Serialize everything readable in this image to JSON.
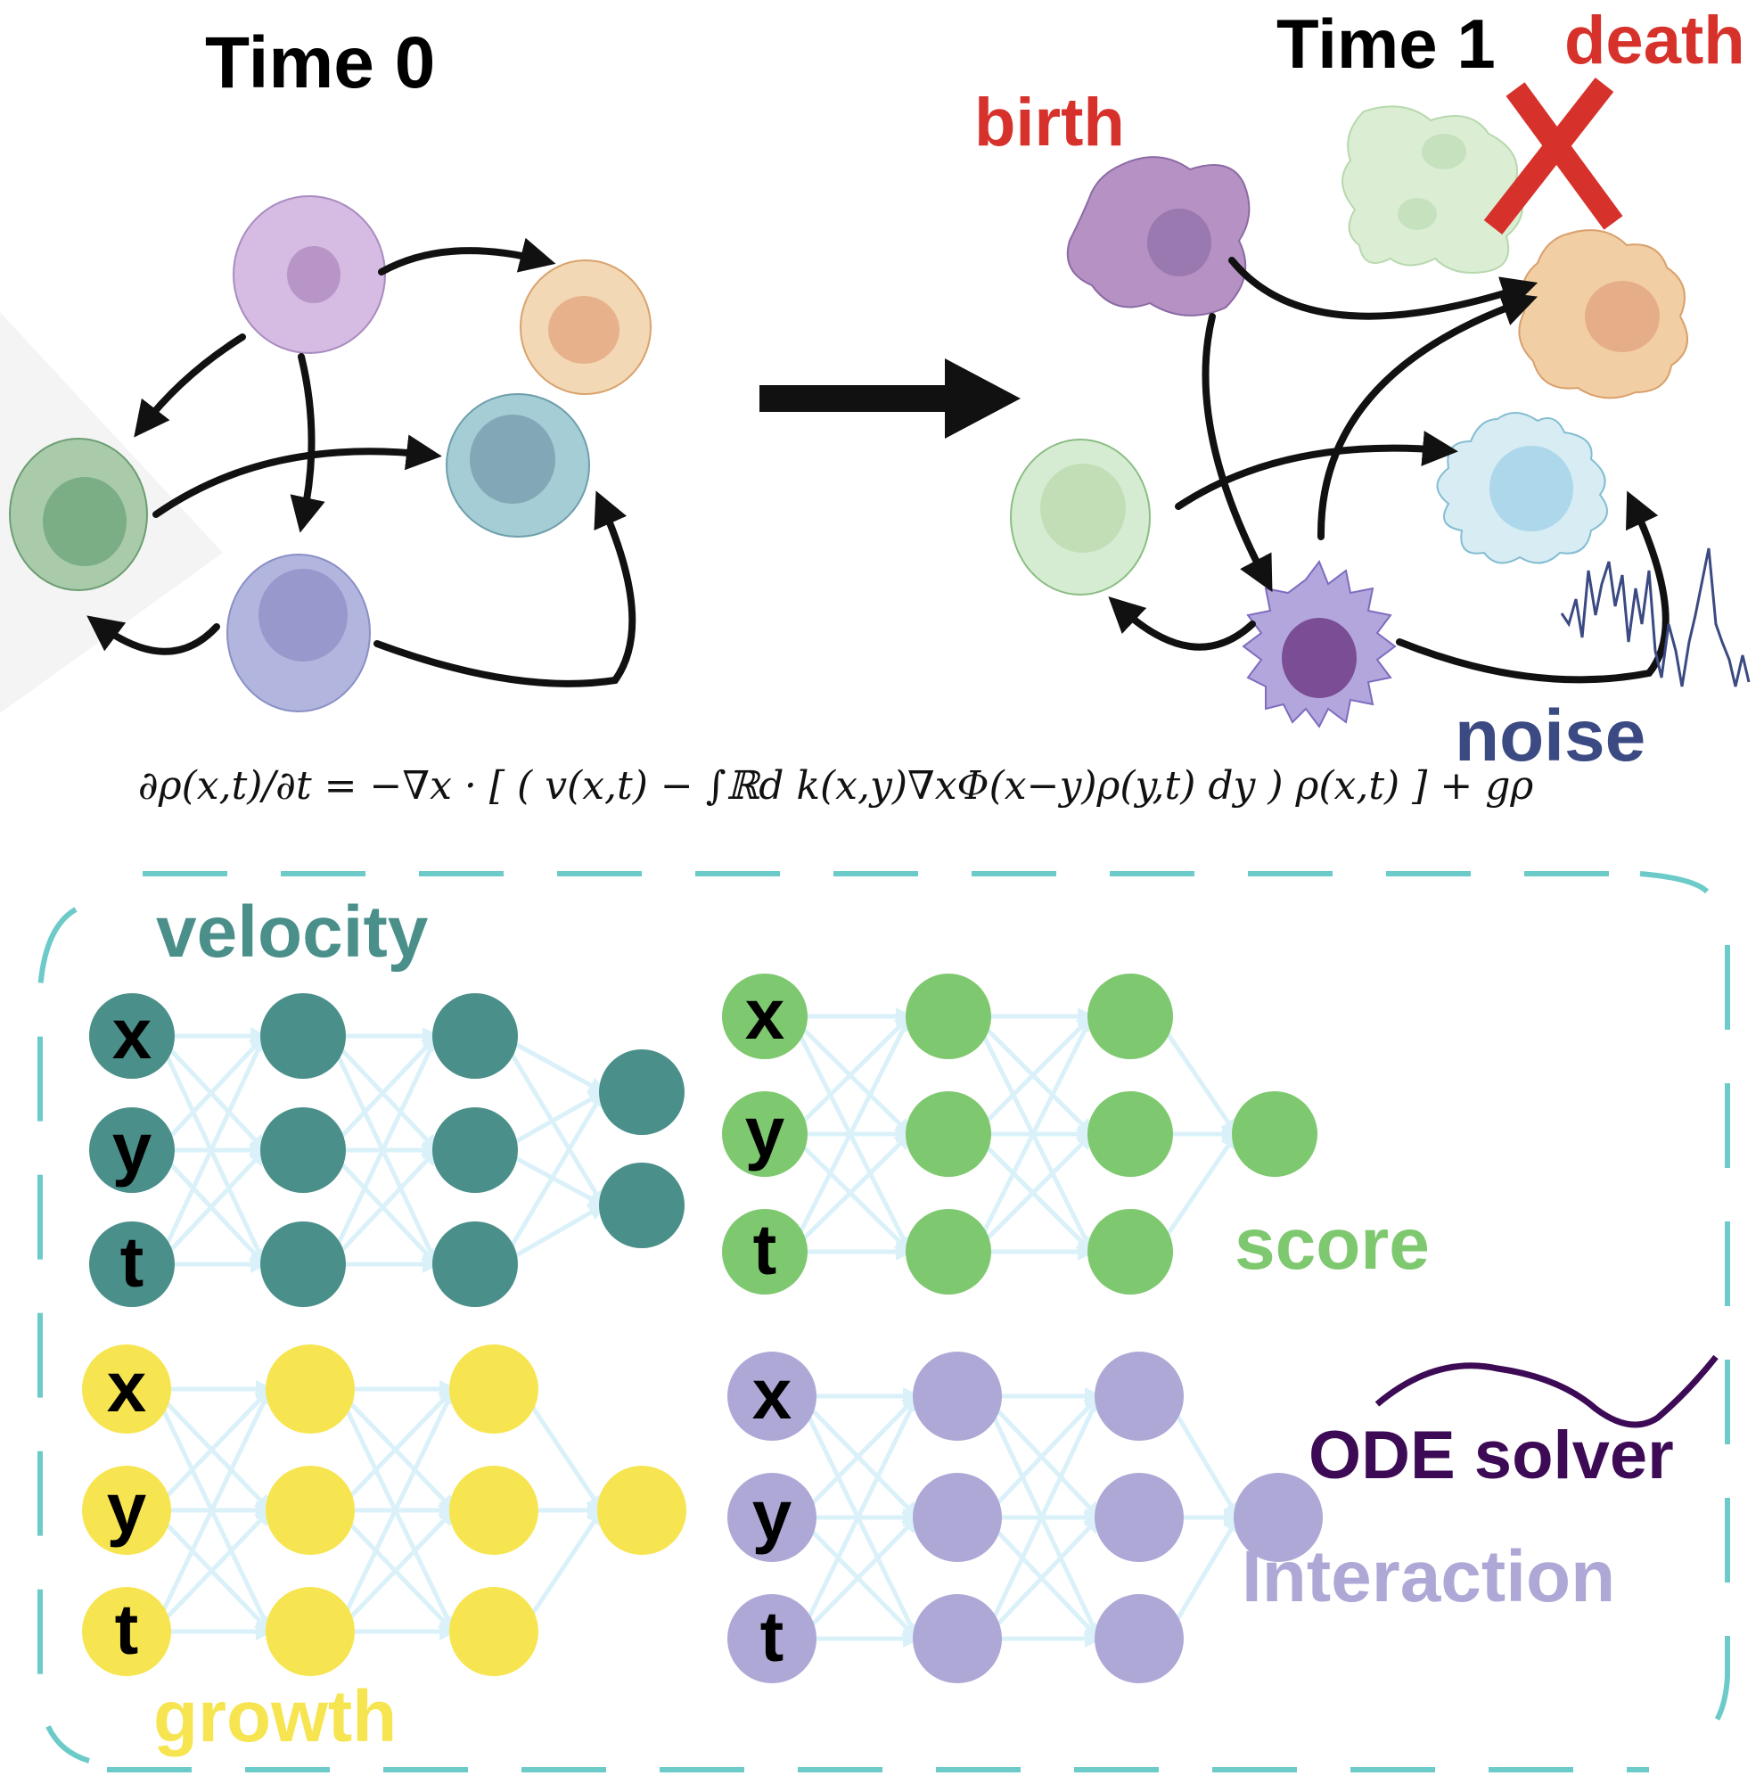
{
  "labels": {
    "time0": "Time 0",
    "time1": "Time 1",
    "birth": "birth",
    "death": "death",
    "noise": "noise",
    "velocity": "velocity",
    "score": "score",
    "growth": "growth",
    "ode_solver": "ODE solver",
    "interaction": "Interaction"
  },
  "equation": "∂ρ(x,t)/∂t = −∇x · [ ( v(x,t) − ∫ℝd k(x,y)∇xΦ(x−y)ρ(y,t) dy ) ρ(x,t) ] + gρ",
  "inputs": [
    "x",
    "y",
    "t"
  ],
  "colors": {
    "velocity": "#4a8f8a",
    "score": "#7ec86f",
    "growth": "#f6e550",
    "interaction": "#ada8d6",
    "ode": "#3d0a55",
    "red": "#d6312b",
    "noise": "#3b4a82",
    "dash": "#6ccbc9",
    "edge": "#daf1f9"
  }
}
